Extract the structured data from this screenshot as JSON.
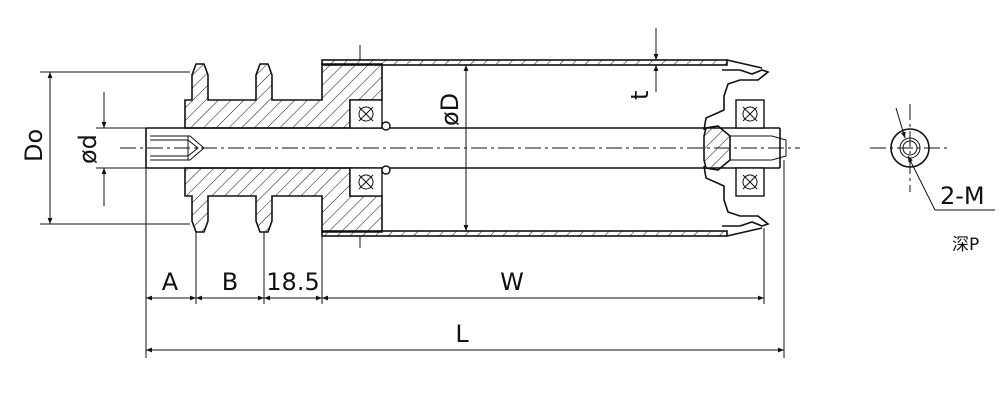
{
  "labels": {
    "do": "Do",
    "d": "ød",
    "D": "øD",
    "t": "t",
    "a": "A",
    "b": "B",
    "sprocket_width": "18.5",
    "w": "W",
    "l": "L",
    "thread": "2-M",
    "depth": "深P"
  }
}
